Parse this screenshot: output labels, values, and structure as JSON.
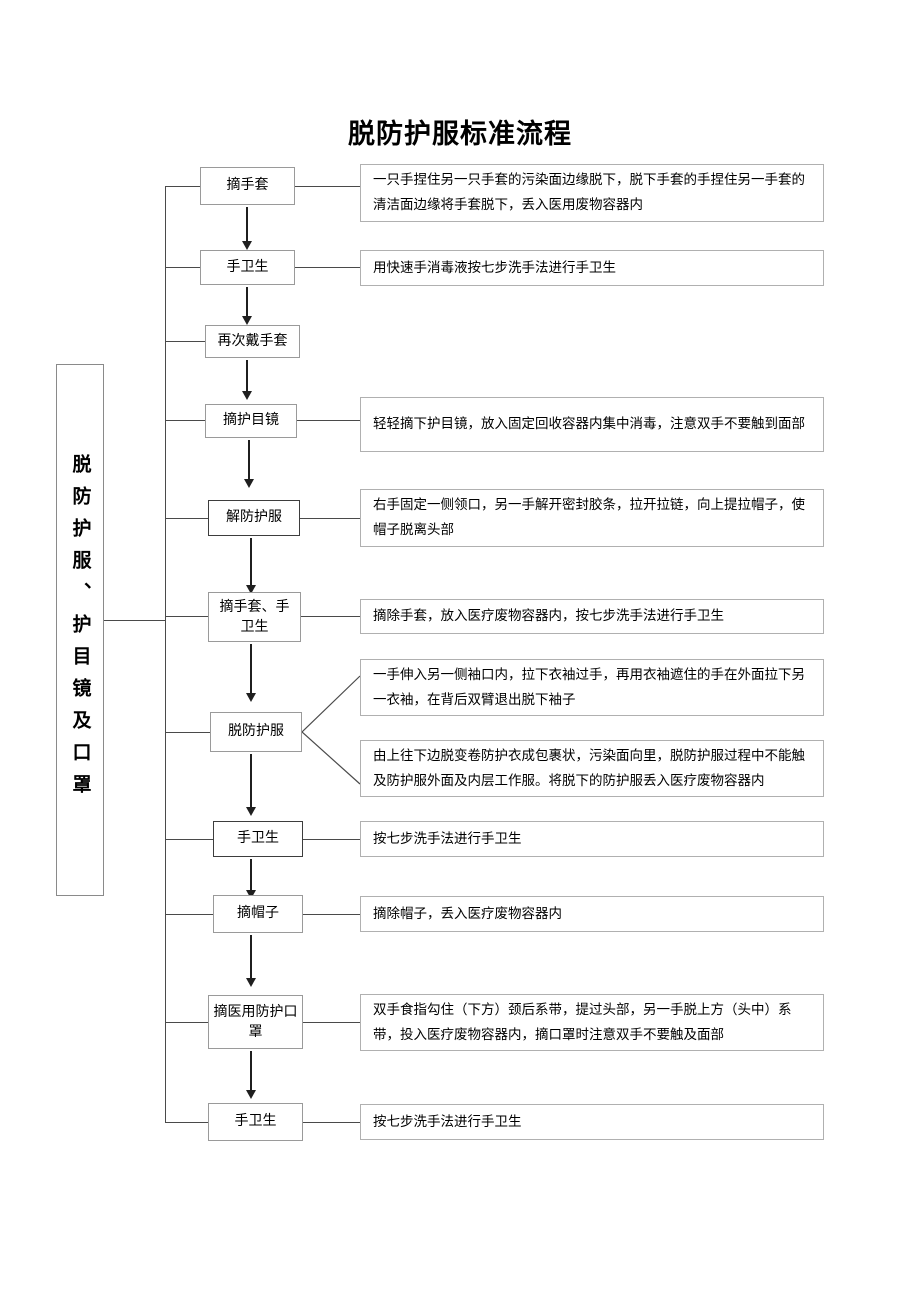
{
  "title": "脱防护服标准流程",
  "category_label": "脱防护服、护目镜及口罩",
  "steps": [
    {
      "name": "摘手套",
      "desc": "一只手捏住另一只手套的污染面边缘脱下，脱下手套的手捏住另一手套的清洁面边缘将手套脱下，丢入医用废物容器内"
    },
    {
      "name": "手卫生",
      "desc": "用快速手消毒液按七步洗手法进行手卫生"
    },
    {
      "name": "再次戴手套",
      "desc": ""
    },
    {
      "name": "摘护目镜",
      "desc": "轻轻摘下护目镜，放入固定回收容器内集中消毒，注意双手不要触到面部"
    },
    {
      "name": "解防护服",
      "desc": "右手固定一侧领口，另一手解开密封胶条，拉开拉链，向上提拉帽子，使帽子脱离头部"
    },
    {
      "name": "摘手套、手卫生",
      "desc": "摘除手套，放入医疗废物容器内，按七步洗手法进行手卫生"
    },
    {
      "name": "脱防护服",
      "desc_a": "一手伸入另一侧袖口内，拉下衣袖过手，再用衣袖遮住的手在外面拉下另一衣袖，在背后双臂退出脱下袖子",
      "desc_b": "由上往下边脱变卷防护衣成包裹状，污染面向里，脱防护服过程中不能触及防护服外面及内层工作服。将脱下的防护服丢入医疗废物容器内"
    },
    {
      "name": "手卫生",
      "desc": "按七步洗手法进行手卫生"
    },
    {
      "name": "摘帽子",
      "desc": "摘除帽子，丢入医疗废物容器内"
    },
    {
      "name": "摘医用防护口罩",
      "desc": "双手食指勾住（下方）颈后系带，提过头部，另一手脱上方（头中）系带，投入医疗废物容器内，摘口罩时注意双手不要触及面部"
    },
    {
      "name": "手卫生",
      "desc": "按七步洗手法进行手卫生"
    }
  ],
  "colors": {
    "line": "#4a4a4a",
    "box_border": "#9a9a9a",
    "desc_border": "#b0b0b0",
    "text": "#000000",
    "background": "#ffffff"
  }
}
